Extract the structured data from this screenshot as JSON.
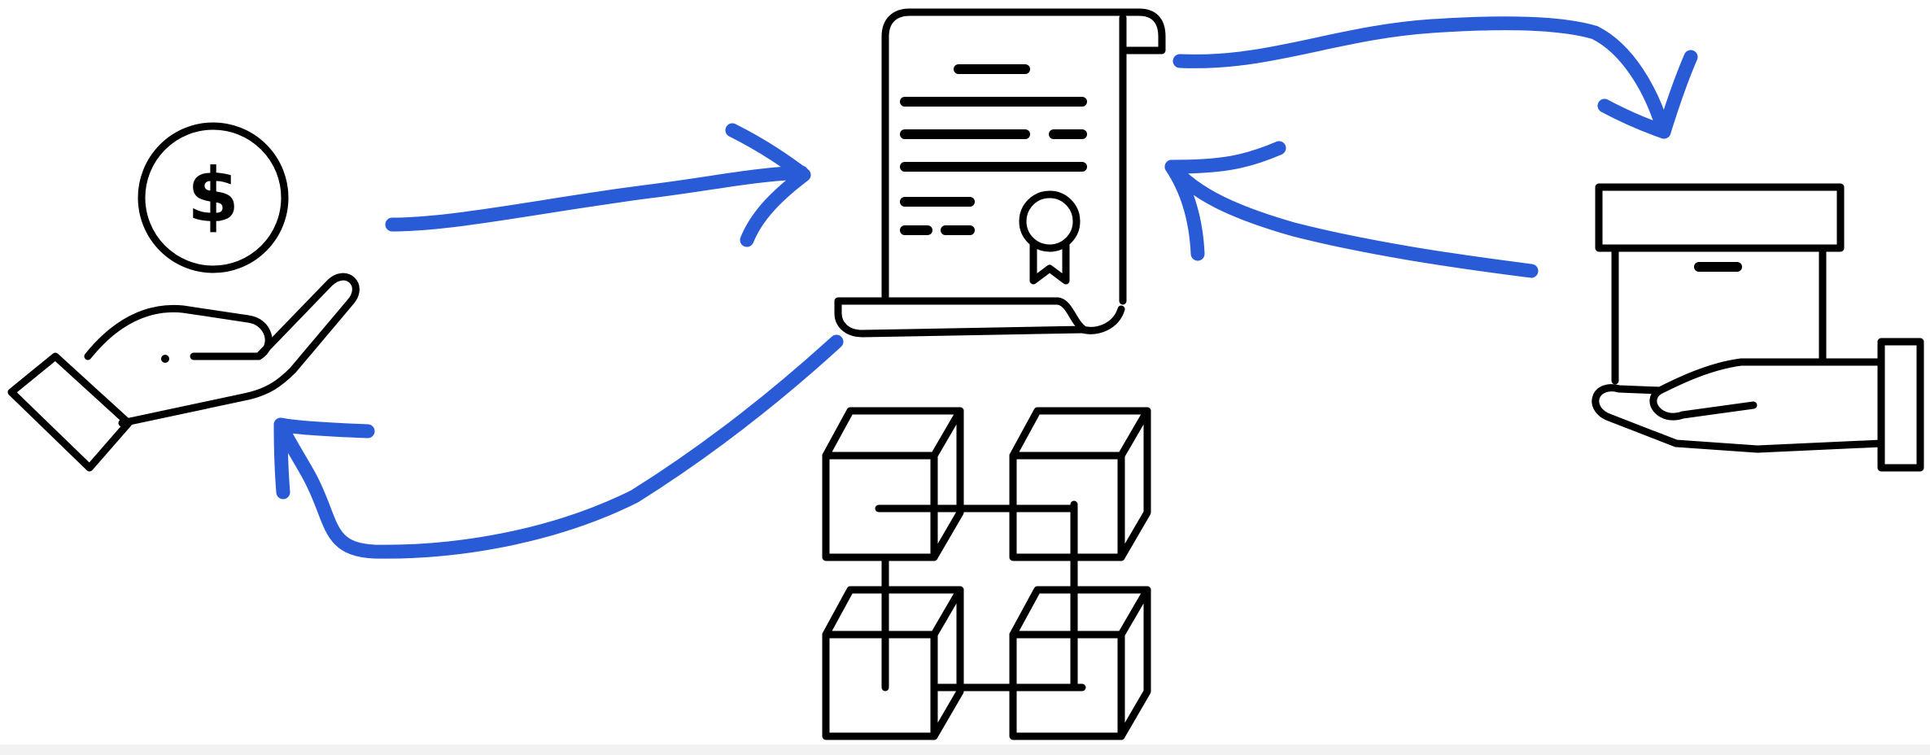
{
  "diagram": {
    "colors": {
      "icon_stroke": "#000000",
      "arrow": "#2a5bd7",
      "background": "#ffffff"
    },
    "nodes": [
      {
        "id": "payer",
        "icon": "hand-with-coin-icon",
        "symbol": "$"
      },
      {
        "id": "contract",
        "icon": "contract-document-icon"
      },
      {
        "id": "ledger",
        "icon": "blockchain-icon"
      },
      {
        "id": "supplier",
        "icon": "hand-with-box-icon"
      }
    ],
    "edges": [
      {
        "from": "payer",
        "to": "contract"
      },
      {
        "from": "contract",
        "to": "payer"
      },
      {
        "from": "contract",
        "to": "supplier"
      },
      {
        "from": "supplier",
        "to": "contract"
      }
    ]
  }
}
